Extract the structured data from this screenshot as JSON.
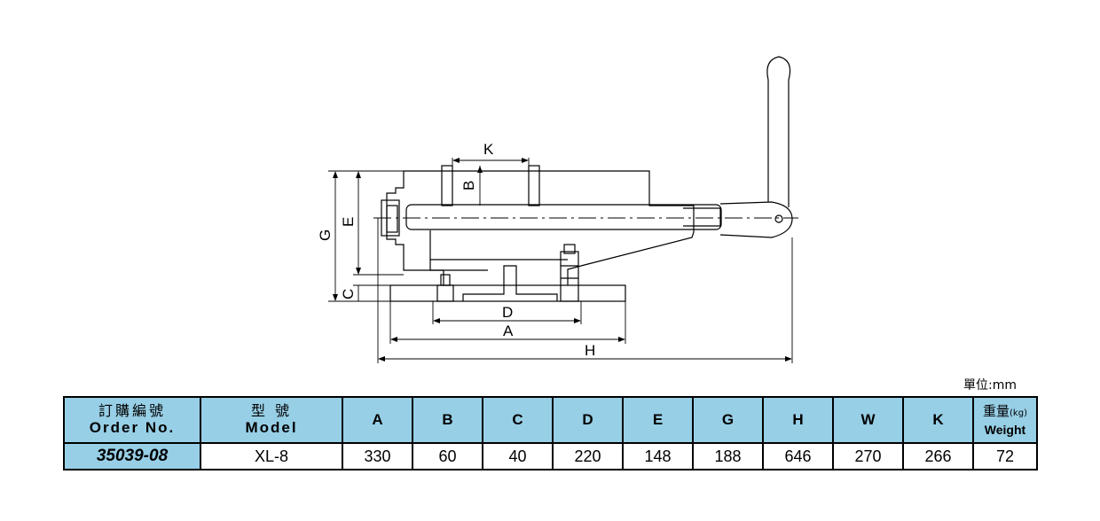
{
  "drawing": {
    "dimension_labels": {
      "K": "K",
      "B": "B",
      "E": "E",
      "G": "G",
      "C": "C",
      "D": "D",
      "A": "A",
      "H": "H"
    }
  },
  "unit_label": "單位:mm",
  "table": {
    "headers": {
      "order_zh": "訂購編號",
      "order_en": "Order No.",
      "model_zh": "型 號",
      "model_en": "Model",
      "dims": [
        "A",
        "B",
        "C",
        "D",
        "E",
        "G",
        "H",
        "W",
        "K"
      ],
      "weight_zh": "重量",
      "weight_unit": "(kg)",
      "weight_en": "Weight"
    },
    "row": {
      "order_no": "35039-08",
      "model": "XL-8",
      "values": [
        "330",
        "60",
        "40",
        "220",
        "148",
        "188",
        "646",
        "270",
        "266"
      ],
      "weight": "72"
    }
  },
  "colors": {
    "header_bg": "#97cfe6"
  }
}
